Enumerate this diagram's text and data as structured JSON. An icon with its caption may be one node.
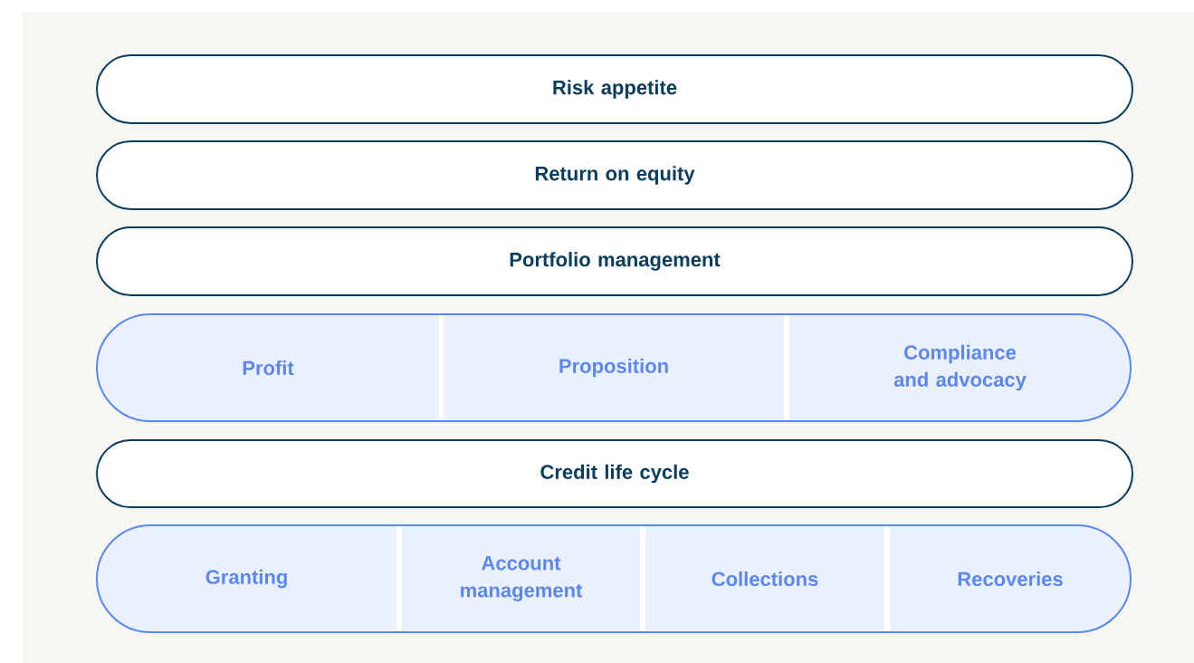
{
  "diagram": {
    "nodes": [
      {
        "text": [
          "Risk appetite"
        ]
      },
      {
        "text": [
          "Return on equity"
        ]
      },
      {
        "text": [
          "Portfolio management"
        ]
      },
      {
        "text": [],
        "shape": "box"
      },
      {
        "text": [
          "Profit"
        ],
        "in": 3
      },
      {
        "text": [
          "Proposition"
        ],
        "in": 3
      },
      {
        "text": [
          "Compliance and advocacy"
        ],
        "in": 3
      },
      {
        "text": [
          "Credit life cycle"
        ]
      },
      {
        "text": [],
        "shape": "box"
      },
      {
        "text": [
          "Granting"
        ],
        "in": 8
      },
      {
        "text": [
          "Account management"
        ],
        "in": 8
      },
      {
        "text": [
          "Collections"
        ],
        "in": 8
      },
      {
        "text": [
          "Recoveries"
        ],
        "in": 8
      }
    ]
  }
}
